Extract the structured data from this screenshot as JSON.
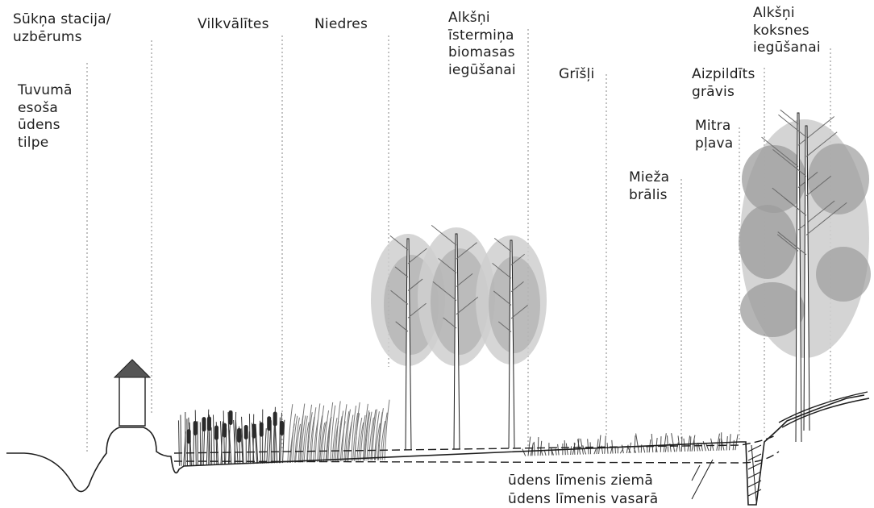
{
  "zones": [
    {
      "id": "pump",
      "label": "Sūkņa stacija/\nuzbērums"
    },
    {
      "id": "water-body",
      "label": "Tuvumā\nesoša\nūdens\ntilpe"
    },
    {
      "id": "cattail",
      "label": "Vilkvālītes"
    },
    {
      "id": "reeds",
      "label": "Niedres"
    },
    {
      "id": "alder-short",
      "label": "Alkšņi\nīstermiņa\nbiomasas\niegūšanai"
    },
    {
      "id": "sedge",
      "label": "Grīšļi"
    },
    {
      "id": "ditch",
      "label": "Aizpildīts\ngrāvis"
    },
    {
      "id": "meadow",
      "label": "Mitra\npļava"
    },
    {
      "id": "swamp",
      "label": "Mieža\nbrālis"
    },
    {
      "id": "alder-timber",
      "label": "Alkšņi\nkoksnes\niegūšanai"
    }
  ],
  "water_levels": {
    "winter": "ūdens līmenis ziemā",
    "summer": "ūdens līmenis vasarā"
  },
  "colors": {
    "ink": "#1e1e1e",
    "divider": "#9a9a9a",
    "canopy_light": "#cfcfcf",
    "canopy_dark": "#9c9c9c",
    "roof": "#555555"
  }
}
